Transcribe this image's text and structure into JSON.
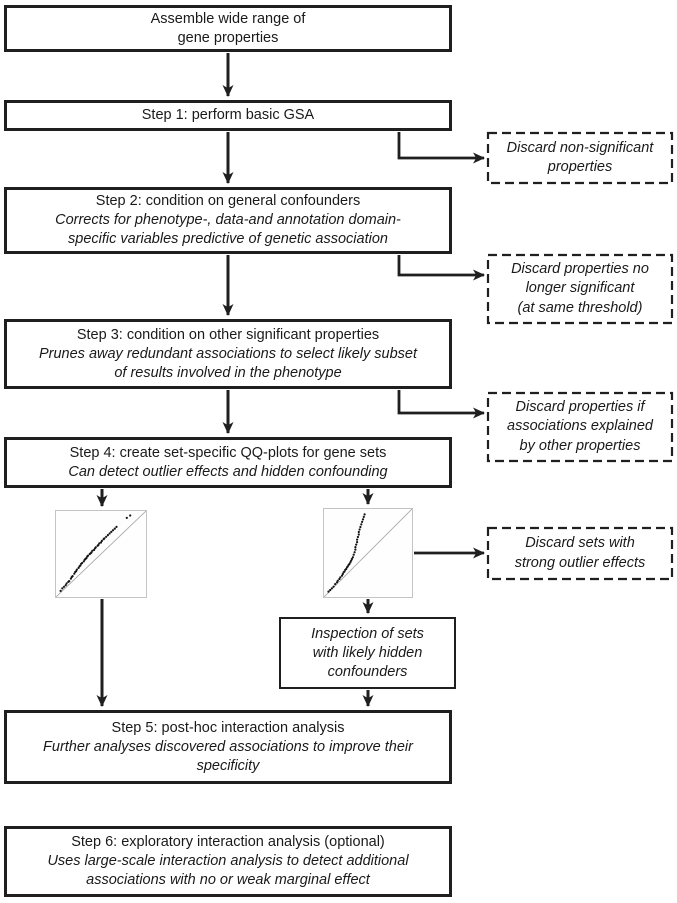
{
  "diagram": {
    "colors": {
      "line": "#1f1f1f",
      "box_border": "#1f1f1f",
      "background": "#ffffff",
      "qq_border": "#c4c4c4",
      "qq_diagonal": "#ababab",
      "qq_dot": "#141414"
    },
    "steps": [
      {
        "id": "assemble",
        "title": "Assemble wide range of\ngene properties",
        "desc": ""
      },
      {
        "id": "step1",
        "title": "Step 1: perform basic GSA",
        "desc": ""
      },
      {
        "id": "step2",
        "title": "Step 2: condition on general confounders",
        "desc": "Corrects for phenotype-, data-and annotation domain-\nspecific variables predictive of genetic association"
      },
      {
        "id": "step3",
        "title": "Step 3: condition on other significant properties",
        "desc": "Prunes away redundant associations to select likely subset\nof results involved in the phenotype"
      },
      {
        "id": "step4",
        "title": "Step 4: create set-specific QQ-plots for gene sets",
        "desc": "Can detect outlier effects and hidden confounding"
      },
      {
        "id": "step5",
        "title": "Step 5: post-hoc interaction analysis",
        "desc": "Further analyses discovered associations to improve their\nspecificity"
      },
      {
        "id": "step6",
        "title": "Step 6: exploratory interaction analysis (optional)",
        "desc": "Uses large-scale interaction analysis to detect additional\nassociations with no or weak marginal effect"
      }
    ],
    "inspection_box": {
      "text": "Inspection of sets\nwith likely hidden\nconfounders"
    },
    "discard_boxes": [
      {
        "id": "discard-1",
        "text": "Discard non-significant\nproperties"
      },
      {
        "id": "discard-2",
        "text": "Discard properties no\nlonger significant\n(at same threshold)"
      },
      {
        "id": "discard-3",
        "text": "Discard properties if\nassociations explained\nby other properties"
      },
      {
        "id": "discard-4",
        "text": "Discard sets with\nstrong outlier effects"
      }
    ],
    "qq_plots": [
      {
        "name": "qq-plot-left-moderate-deviation",
        "points": [
          [
            0.03,
            0.05
          ],
          [
            0.05,
            0.08
          ],
          [
            0.07,
            0.1
          ],
          [
            0.09,
            0.12
          ],
          [
            0.1,
            0.14
          ],
          [
            0.12,
            0.16
          ],
          [
            0.13,
            0.17
          ],
          [
            0.15,
            0.2
          ],
          [
            0.16,
            0.22
          ],
          [
            0.17,
            0.23
          ],
          [
            0.19,
            0.26
          ],
          [
            0.2,
            0.28
          ],
          [
            0.21,
            0.29
          ],
          [
            0.22,
            0.31
          ],
          [
            0.24,
            0.33
          ],
          [
            0.25,
            0.35
          ],
          [
            0.26,
            0.36
          ],
          [
            0.27,
            0.38
          ],
          [
            0.28,
            0.39
          ],
          [
            0.3,
            0.41
          ],
          [
            0.31,
            0.43
          ],
          [
            0.32,
            0.44
          ],
          [
            0.33,
            0.45
          ],
          [
            0.34,
            0.47
          ],
          [
            0.35,
            0.48
          ],
          [
            0.37,
            0.5
          ],
          [
            0.38,
            0.51
          ],
          [
            0.39,
            0.52
          ],
          [
            0.4,
            0.54
          ],
          [
            0.42,
            0.55
          ],
          [
            0.43,
            0.57
          ],
          [
            0.44,
            0.58
          ],
          [
            0.46,
            0.6
          ],
          [
            0.47,
            0.61
          ],
          [
            0.48,
            0.63
          ],
          [
            0.5,
            0.64
          ],
          [
            0.51,
            0.66
          ],
          [
            0.53,
            0.68
          ],
          [
            0.54,
            0.69
          ],
          [
            0.56,
            0.71
          ],
          [
            0.58,
            0.73
          ],
          [
            0.6,
            0.75
          ],
          [
            0.62,
            0.77
          ],
          [
            0.64,
            0.79
          ],
          [
            0.66,
            0.81
          ],
          [
            0.68,
            0.83
          ],
          [
            0.8,
            0.94
          ],
          [
            0.84,
            0.97
          ]
        ]
      },
      {
        "name": "qq-plot-right-strong-outliers",
        "points": [
          [
            0.03,
            0.04
          ],
          [
            0.05,
            0.06
          ],
          [
            0.07,
            0.08
          ],
          [
            0.09,
            0.1
          ],
          [
            0.11,
            0.13
          ],
          [
            0.13,
            0.15
          ],
          [
            0.14,
            0.17
          ],
          [
            0.16,
            0.19
          ],
          [
            0.17,
            0.21
          ],
          [
            0.19,
            0.23
          ],
          [
            0.2,
            0.25
          ],
          [
            0.21,
            0.27
          ],
          [
            0.22,
            0.28
          ],
          [
            0.23,
            0.3
          ],
          [
            0.24,
            0.31
          ],
          [
            0.25,
            0.33
          ],
          [
            0.26,
            0.34
          ],
          [
            0.27,
            0.36
          ],
          [
            0.28,
            0.37
          ],
          [
            0.29,
            0.39
          ],
          [
            0.3,
            0.41
          ],
          [
            0.31,
            0.43
          ],
          [
            0.32,
            0.45
          ],
          [
            0.33,
            0.48
          ],
          [
            0.34,
            0.51
          ],
          [
            0.35,
            0.54
          ],
          [
            0.35,
            0.57
          ],
          [
            0.36,
            0.6
          ],
          [
            0.37,
            0.63
          ],
          [
            0.37,
            0.66
          ],
          [
            0.38,
            0.69
          ],
          [
            0.39,
            0.72
          ],
          [
            0.39,
            0.75
          ],
          [
            0.4,
            0.78
          ],
          [
            0.41,
            0.81
          ],
          [
            0.42,
            0.84
          ],
          [
            0.43,
            0.87
          ],
          [
            0.44,
            0.9
          ],
          [
            0.45,
            0.93
          ],
          [
            0.46,
            0.96
          ]
        ]
      }
    ]
  }
}
